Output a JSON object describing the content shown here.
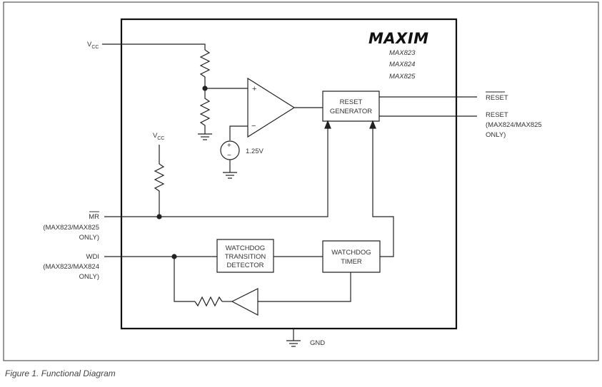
{
  "brand": {
    "logo": "MAXIM",
    "parts": [
      "MAX823",
      "MAX824",
      "MAX825"
    ]
  },
  "pins": {
    "vcc_main": {
      "base": "V",
      "sub": "CC"
    },
    "vcc_mr": {
      "base": "V",
      "sub": "CC"
    },
    "mr": {
      "name": "MR",
      "note_lines": [
        "(MAX823/MAX825",
        "ONLY)"
      ]
    },
    "wdi": {
      "name": "WDI",
      "note_lines": [
        "(MAX823/MAX824",
        "ONLY)"
      ]
    },
    "reset_bar": "RESET",
    "reset": {
      "name": "RESET",
      "note_lines": [
        "(MAX824/MAX825",
        "ONLY)"
      ]
    },
    "gnd": "GND"
  },
  "blocks": {
    "reset_generator": [
      "RESET",
      "GENERATOR"
    ],
    "watchdog_transition_detector": [
      "WATCHDOG",
      "TRANSITION",
      "DETECTOR"
    ],
    "watchdog_timer": [
      "WATCHDOG",
      "TIMER"
    ]
  },
  "comparator": {
    "plus": "+",
    "minus": "−"
  },
  "reference": {
    "label": "1.25V",
    "plus": "+",
    "minus": "−"
  },
  "caption": "Figure 1. Functional Diagram",
  "colors": {
    "line": "#222222",
    "frame": "#333333"
  }
}
